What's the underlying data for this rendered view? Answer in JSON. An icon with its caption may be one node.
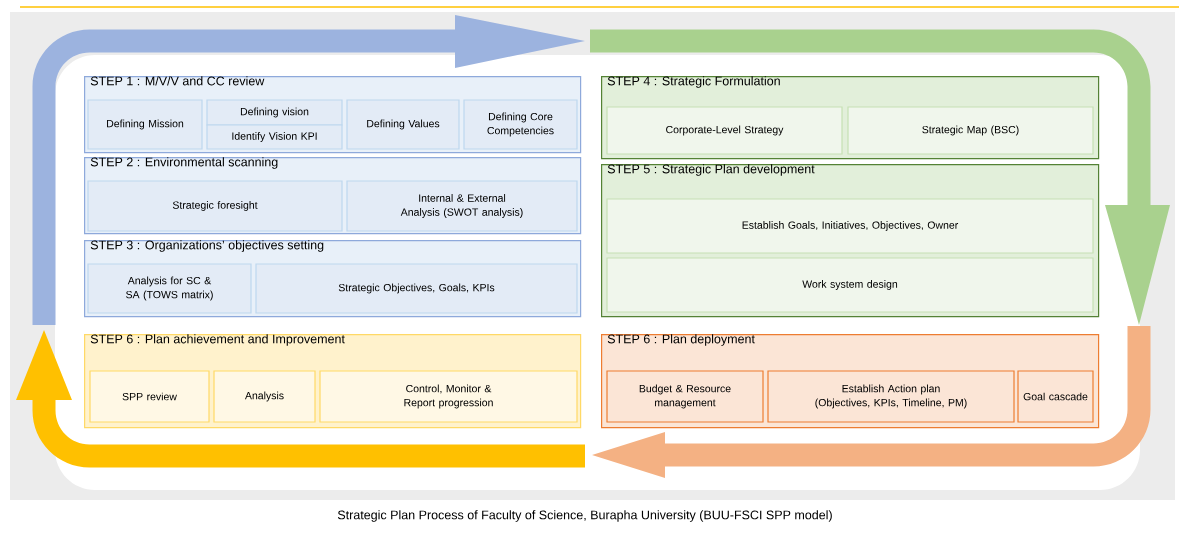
{
  "diagram": {
    "caption": "Strategic Plan Process of Faculty of Science, Burapha University (BUU-FSCI SPP model)",
    "nodes": [
      {
        "text": [
          "STEP 1 : M/V/V and CC review"
        ]
      },
      {
        "text": [
          "Defining Mission"
        ],
        "in": 0
      },
      {
        "text": [
          "Defining vision"
        ],
        "in": 0
      },
      {
        "text": [
          "Identify Vision KPI"
        ],
        "in": 0
      },
      {
        "text": [
          "Defining Values"
        ],
        "in": 0
      },
      {
        "text": [
          "Defining Core Competencies"
        ],
        "in": 0
      },
      {
        "text": [
          "STEP 2 : Environmental scanning"
        ]
      },
      {
        "text": [
          "Strategic foresight"
        ],
        "in": 6
      },
      {
        "text": [
          "Internal & External Analysis (SWOT analysis)"
        ],
        "in": 6
      },
      {
        "text": [
          "STEP 3 : Organizations’ objectives setting"
        ]
      },
      {
        "text": [
          "Analysis for SC & SA (TOWS matrix)"
        ],
        "in": 9
      },
      {
        "text": [
          "Strategic Objectives, Goals, KPIs"
        ],
        "in": 9
      },
      {
        "text": [
          "STEP 4 : Strategic Formulation"
        ]
      },
      {
        "text": [
          "Corporate-Level Strategy"
        ],
        "in": 12
      },
      {
        "text": [
          "Strategic Map (BSC)"
        ],
        "in": 12
      },
      {
        "text": [
          "STEP 5 : Strategic Plan development"
        ]
      },
      {
        "text": [
          "Establish Goals, Initiatives, Objectives, Owner"
        ],
        "in": 15
      },
      {
        "text": [
          "Work system design"
        ],
        "in": 15
      },
      {
        "text": [
          "STEP 6 : Plan achievement and Improvement"
        ]
      },
      {
        "text": [
          "SPP review"
        ],
        "in": 18
      },
      {
        "text": [
          "Analysis"
        ],
        "in": 18
      },
      {
        "text": [
          "Control, Monitor & Report progression"
        ],
        "in": 18
      },
      {
        "text": [
          "STEP 6 : Plan deployment"
        ]
      },
      {
        "text": [
          "Budget & Resource management"
        ],
        "in": 22
      },
      {
        "text": [
          "Establish Action plan (Objectives, KPIs, Timeline, PM)"
        ],
        "in": 22
      },
      {
        "text": [
          "Goal cascade"
        ],
        "in": 22
      }
    ]
  }
}
